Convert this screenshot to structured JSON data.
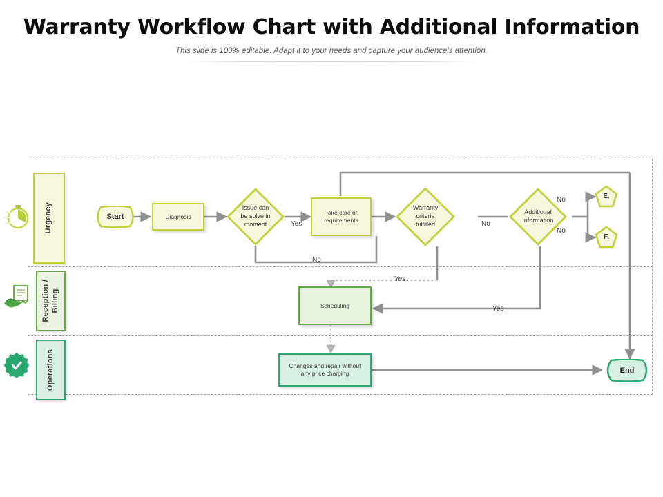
{
  "header": {
    "title": "Warranty Workflow Chart with Additional Information",
    "subtitle": "This slide is 100% editable. Adapt it to your needs and capture your audience's attention."
  },
  "lanes": [
    {
      "id": "urgency",
      "label": "Urgency",
      "icon": "stopwatch-icon",
      "border": "#c3cf3a",
      "fill": "#f5f6dc"
    },
    {
      "id": "reception",
      "label": "Reception /\nBilling",
      "icon": "hand-invoice-icon",
      "border": "#6aa94a",
      "fill": "#eaf2e0"
    },
    {
      "id": "operations",
      "label": "Operations",
      "icon": "gear-check-icon",
      "border": "#2faa75",
      "fill": "#d9efe3"
    }
  ],
  "nodes": {
    "start": "Start",
    "diagnosis": "Diagnosis",
    "issue_solve": "Issue can\nbe solve in\nmoment",
    "take_care": "Take care of\nrequirements",
    "warranty_criteria": "Warranty\ncriteria\nfulfilled",
    "additional_info": "Additional\ninformation",
    "pentagon_e": "E.",
    "pentagon_f": "F.",
    "scheduling": "Scheduling",
    "changes_repair": "Changes and repair without\nany price charging",
    "end": "End"
  },
  "edge_labels": {
    "issue_yes": "Yes",
    "issue_no": "No",
    "warranty_no": "No",
    "warranty_yes": "Yes",
    "addinfo_no_top": "No",
    "addinfo_no_bottom": "No",
    "addinfo_yes": "Yes"
  },
  "colors": {
    "yellow_border": "#c3cf3a",
    "yellow_fill": "#f5f6dc",
    "green_border": "#5fab3f",
    "green_fill": "#e7f3dd",
    "teal_border": "#2faa75",
    "teal_fill": "#d8f0e4",
    "connector": "#8f8f8f",
    "title_text": "#0d0d0d",
    "subtitle_text": "#58585a"
  }
}
